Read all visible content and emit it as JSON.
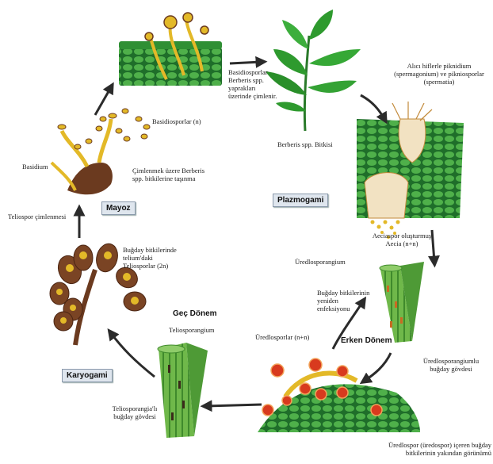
{
  "labels": {
    "basidiospores_germinate": [
      "Basidiosporlar",
      "Berberis spp.",
      "yaprakları",
      "üzerinde çimlenir."
    ],
    "pycnidium": [
      "Alıcı hiflerle piknidium",
      "(spermagonium) ve pikniosporlar",
      "(spermatia)"
    ],
    "berberis_plant": "Berberis spp. Bitkisi",
    "basidiospores_n": "Basidiosporlar (n)",
    "basidium": "Basidium",
    "carried_to_berberis": [
      "Çimlenmek üzere Berberis",
      "spp. bitkilerine taşınma"
    ],
    "teliospore_germination": "Teliospor çimlenmesi",
    "aeciospore": [
      "Aeciaspor oluşturmuş",
      "Aecia (n+n)"
    ],
    "urediosporangium": "Üredlosporangium",
    "reinfection": [
      "Buğday bitkilerinin",
      "yeniden",
      "enfeksiyonu"
    ],
    "teliospores_2n": [
      "Buğday bitkilerinde",
      "telium'daki",
      "Teliosporlar (2n)"
    ],
    "teliosporangium": "Teliosporangium",
    "urediospores_nn": "Üredlosporlar (n+n)",
    "urediosporangium_stem": [
      "Üredlosporangiumlu",
      "buğday gövdesi"
    ],
    "teliosporangium_stem": [
      "Teliosporangia'lı",
      "buğday gövdesi"
    ],
    "closeup": [
      "Üredlospor (üredospor) içeren buğday",
      "bitkilerinin yakından görünümü"
    ]
  },
  "stages": {
    "mayoz": "Mayoz",
    "plazmogami": "Plazmogami",
    "karyogami": "Karyogami"
  },
  "phases": {
    "early": "Erken Dönem",
    "late": "Geç Dönem"
  },
  "colors": {
    "leaf_green": "#2e9a2e",
    "stem_green": "#5aa53c",
    "spore_yellow": "#e3b928",
    "spore_brown": "#6b3a1f",
    "urediospore_red": "#d83a1e",
    "arrow": "#2b2b2b"
  }
}
